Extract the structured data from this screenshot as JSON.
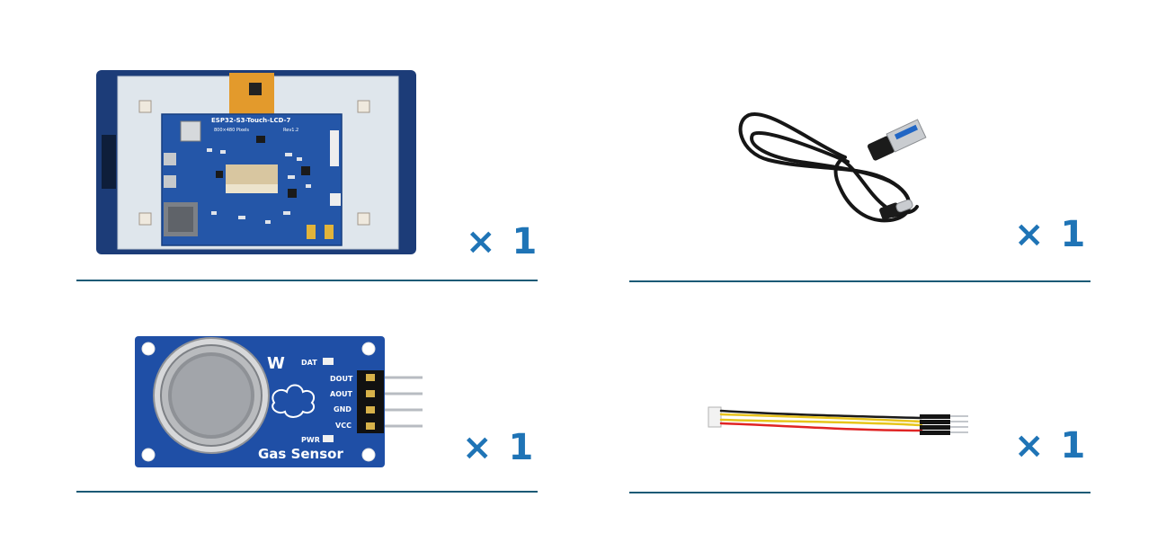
{
  "items": [
    {
      "name": "ESP32-S3 7 inch touch LCD display board",
      "quantity": "× 1",
      "board_text": [
        "ESP32-S3-Touch-LCD-7",
        "800×480 Pixels",
        "Rev1.2"
      ]
    },
    {
      "name": "USB-A to USB-C cable",
      "quantity": "× 1"
    },
    {
      "name": "Gas Sensor module",
      "quantity": "× 1",
      "board_text": [
        "DAT",
        "DOUT",
        "AOUT",
        "GND",
        "VCC",
        "PWR",
        "Gas Sensor"
      ]
    },
    {
      "name": "4-pin jumper wire",
      "quantity": "× 1"
    }
  ],
  "colors": {
    "quantity": "#1f74b6",
    "rule": "#1b5a76",
    "pcb_blue": "#1f4fa6",
    "display_frame": "#1b3d7a"
  }
}
